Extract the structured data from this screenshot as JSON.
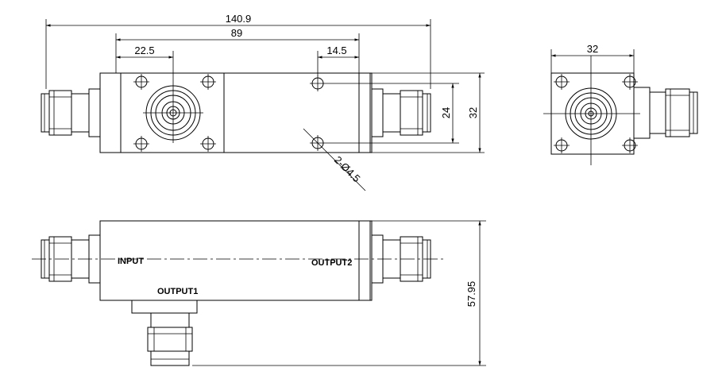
{
  "dimensions": {
    "overall_length": "140.9",
    "flange_spacing": "89",
    "left_offset": "22.5",
    "right_offset": "14.5",
    "hole_spacing": "24",
    "body_height": "32",
    "hole_callout": "2-Ø4.5",
    "end_width": "32",
    "total_height": "57.95"
  },
  "ports": {
    "input": "INPUT",
    "output1": "OUTPUT1",
    "output2": "OUTPUT2"
  }
}
